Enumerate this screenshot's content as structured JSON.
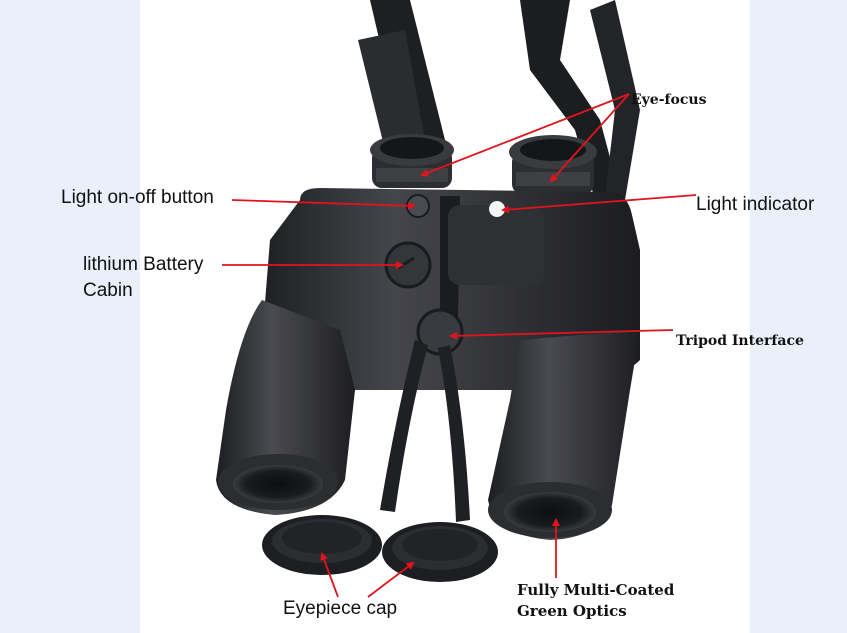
{
  "annotations": {
    "eye_focus": "Eye-focus",
    "light_on_off_button": "Light on-off button",
    "light_indicator": "Light indicator",
    "battery_cabin_line1": "lithium Battery",
    "battery_cabin_line2": "Cabin",
    "tripod_interface": "Tripod Interface",
    "eyepiece_cap": "Eyepiece cap",
    "optics_line1": "Fully Multi-Coated",
    "optics_line2": "Green Optics"
  },
  "colors": {
    "arrow": "#e0141c",
    "body_dark": "#2a2b2e",
    "body_mid": "#3b3c40",
    "background": "#ffffff",
    "side_panel": "#e9f0fa"
  }
}
